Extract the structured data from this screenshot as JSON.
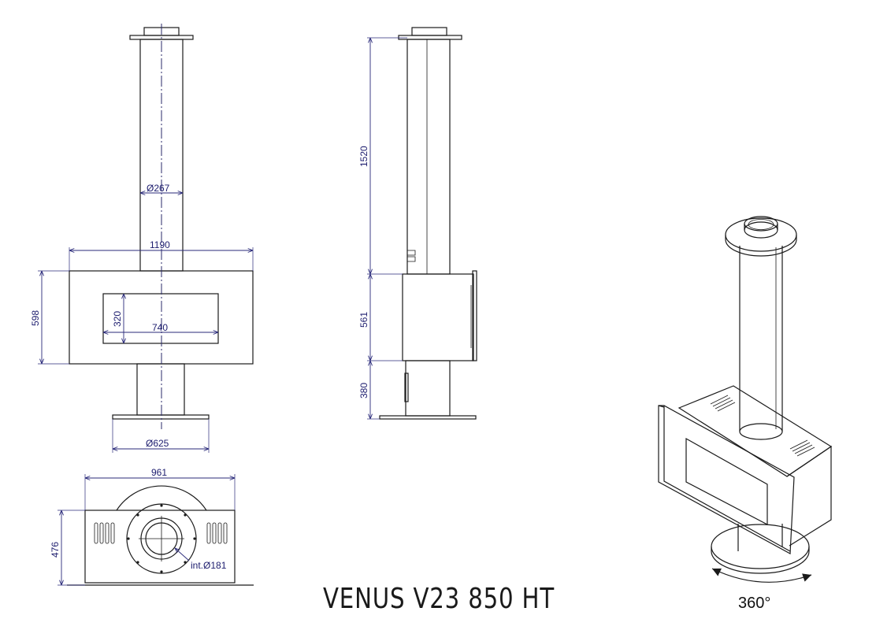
{
  "title": "VENUS V23 850 HT",
  "front_view": {
    "flue_diameter": "Ø267",
    "body_width": "1190",
    "body_height": "598",
    "window_height": "320",
    "window_width": "740",
    "base_diameter": "Ø625"
  },
  "side_view": {
    "flue_height": "1520",
    "body_height": "561",
    "pedestal_height": "380"
  },
  "top_view": {
    "width": "961",
    "depth": "476",
    "inner_diameter": "int.Ø181"
  },
  "iso_view": {
    "rotation_label": "360°"
  }
}
